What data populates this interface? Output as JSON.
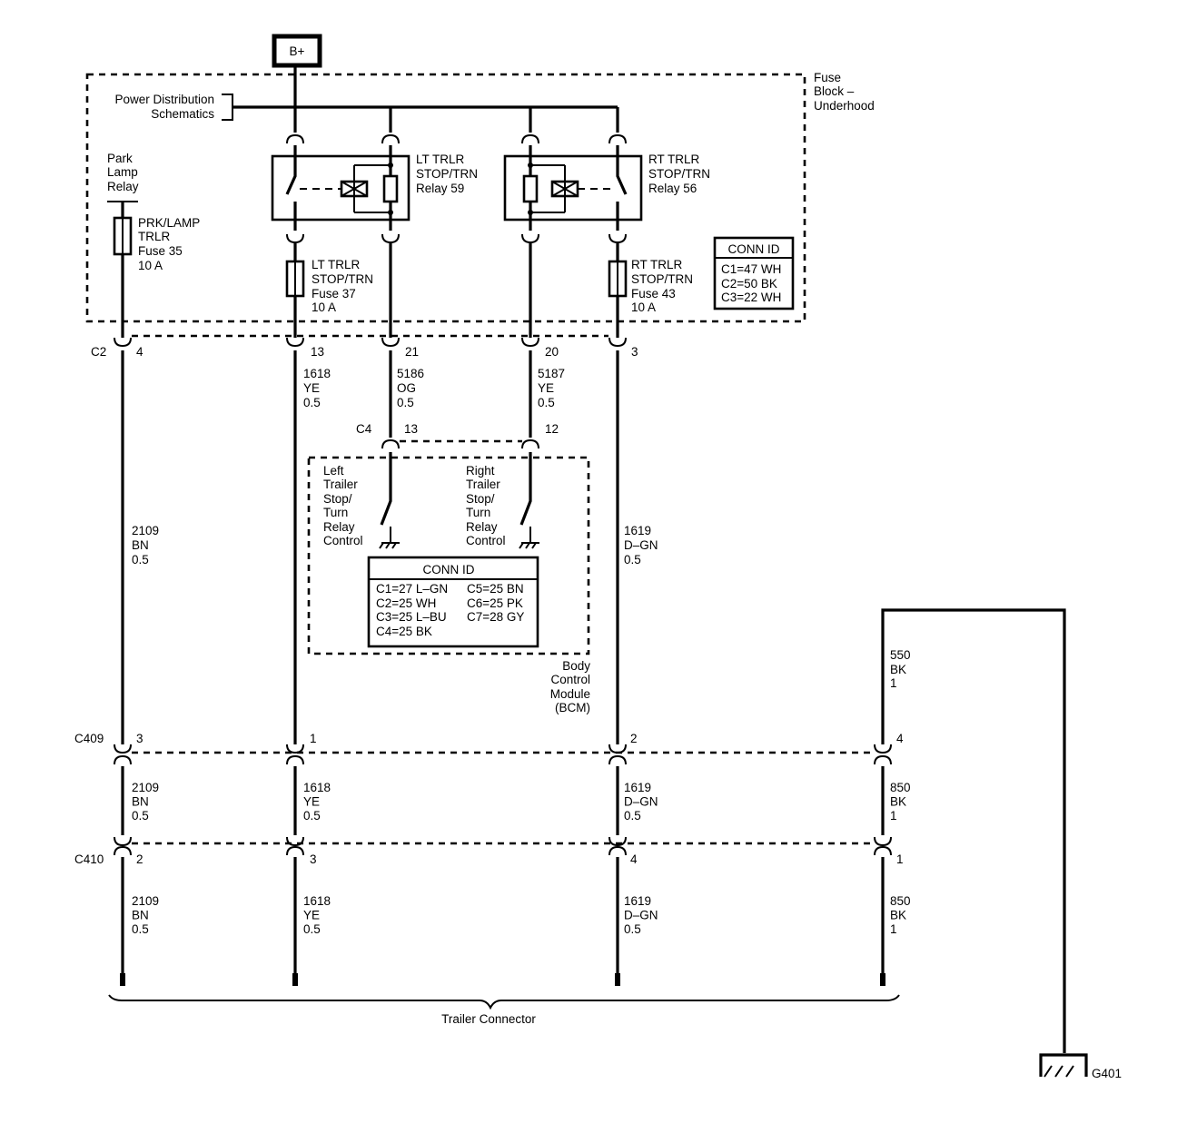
{
  "bplus": "B+",
  "fuse_block": [
    "Fuse",
    "Block –",
    "Underhood"
  ],
  "power_dist": [
    "Power Distribution",
    "Schematics"
  ],
  "park_relay": [
    "Park",
    "Lamp",
    "Relay"
  ],
  "fuse35": [
    "PRK/LAMP",
    "TRLR",
    "Fuse 35",
    "10 A"
  ],
  "relay59": [
    "LT TRLR",
    "STOP/TRN",
    "Relay 59"
  ],
  "relay56": [
    "RT TRLR",
    "STOP/TRN",
    "Relay 56"
  ],
  "fuse37": [
    "LT TRLR",
    "STOP/TRN",
    "Fuse 37",
    "10 A"
  ],
  "fuse43": [
    "RT TRLR",
    "STOP/TRN",
    "Fuse 43",
    "10 A"
  ],
  "conn_id_fb": {
    "title": "CONN ID",
    "rows": [
      "C1=47 WH",
      "C2=50 BK",
      "C3=22 WH"
    ]
  },
  "c2": {
    "name": "C2",
    "pins": [
      "4",
      "13",
      "21",
      "20",
      "3"
    ]
  },
  "wires_c2": [
    [
      "1618",
      "YE",
      "0.5"
    ],
    [
      "5186",
      "OG",
      "0.5"
    ],
    [
      "5187",
      "YE",
      "0.5"
    ]
  ],
  "c4": {
    "name": "C4",
    "pins": [
      "13",
      "12"
    ]
  },
  "bcm_left": [
    "Left",
    "Trailer",
    "Stop/",
    "Turn",
    "Relay",
    "Control"
  ],
  "bcm_right": [
    "Right",
    "Trailer",
    "Stop/",
    "Turn",
    "Relay",
    "Control"
  ],
  "conn_id_bcm": {
    "title": "CONN ID",
    "left": [
      "C1=27 L–GN",
      "C2=25 WH",
      "C3=25 L–BU",
      "C4=25 BK"
    ],
    "right": [
      "C5=25 BN",
      "C6=25 PK",
      "C7=28 GY"
    ]
  },
  "bcm_label": [
    "Body",
    "Control",
    "Module",
    "(BCM)"
  ],
  "mid_wires": {
    "w2109": [
      "2109",
      "BN",
      "0.5"
    ],
    "w1619": [
      "1619",
      "D–GN",
      "0.5"
    ],
    "w550": [
      "550",
      "BK",
      "1"
    ]
  },
  "c409": {
    "name": "C409",
    "pins": [
      "3",
      "1",
      "2",
      "4"
    ]
  },
  "wires_c409": [
    [
      "2109",
      "BN",
      "0.5"
    ],
    [
      "1618",
      "YE",
      "0.5"
    ],
    [
      "1619",
      "D–GN",
      "0.5"
    ],
    [
      "850",
      "BK",
      "1"
    ]
  ],
  "c410": {
    "name": "C410",
    "pins": [
      "2",
      "3",
      "4",
      "1"
    ]
  },
  "wires_c410": [
    [
      "2109",
      "BN",
      "0.5"
    ],
    [
      "1618",
      "YE",
      "0.5"
    ],
    [
      "1619",
      "D–GN",
      "0.5"
    ],
    [
      "850",
      "BK",
      "1"
    ]
  ],
  "trailer_connector": "Trailer Connector",
  "ground": "G401"
}
